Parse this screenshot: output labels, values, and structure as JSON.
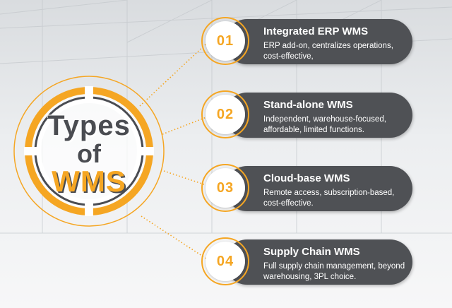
{
  "hub": {
    "line1": "Types",
    "line2": "of",
    "line3": "WMS"
  },
  "items": [
    {
      "number": "01",
      "title": "Integrated ERP WMS",
      "description": "ERP add-on, centralizes operations, cost-effective,"
    },
    {
      "number": "02",
      "title": "Stand-alone WMS",
      "description": "Independent, warehouse-focused, affordable, limited functions."
    },
    {
      "number": "03",
      "title": "Cloud-base WMS",
      "description": "Remote access, subscription-based, cost-effective."
    },
    {
      "number": "04",
      "title": "Supply Chain WMS",
      "description": "Full supply chain management, beyond warehousing, 3PL choice."
    }
  ],
  "colors": {
    "accent": "#f5a623",
    "card": "#4f5155",
    "text_dark": "#4a4c51"
  }
}
